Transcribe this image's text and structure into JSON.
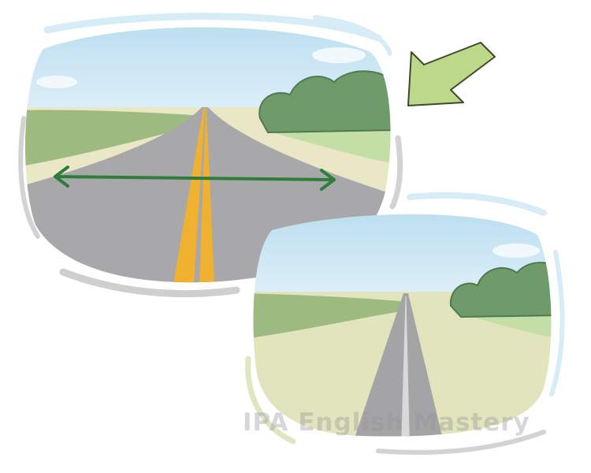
{
  "watermark": {
    "text": "IPA English Mastery"
  },
  "colors": {
    "sky": "#c8e4f2",
    "road": "#a7a7a9",
    "center_line": "#f0b030",
    "grass": "#9dbb80",
    "bushes": "#6f9a6a",
    "arrow_green": "#2e7d3a",
    "pointer_arrow": "#bcd98a",
    "sand": "#e8e6c4"
  },
  "panels": [
    {
      "name": "wide-road-scene",
      "road_width": "wide"
    },
    {
      "name": "narrow-road-scene",
      "road_width": "narrow"
    }
  ]
}
